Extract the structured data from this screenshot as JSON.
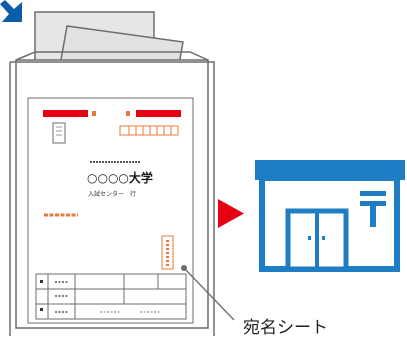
{
  "sheet": {
    "university": "○○○○大学",
    "office": "入試センター　行",
    "callout_label": "宛名シート"
  },
  "colors": {
    "envelope_fill": "#ffffff",
    "envelope_stroke": "#6d6d6d",
    "paper_fill": "#e6e6e6",
    "accent_red": "#e60012",
    "accent_orange": "#e8773a",
    "arrow_blue": "#0a5ea8",
    "shop_blue": "#1f7ec3",
    "shop_blue_dark": "#155f9a"
  },
  "icons": {
    "corner_arrow": "arrow-down-right-icon",
    "play_arrow": "red-triangle-right-icon",
    "post_office": "post-office-icon",
    "post_mark": "japan-post-mark-icon"
  }
}
